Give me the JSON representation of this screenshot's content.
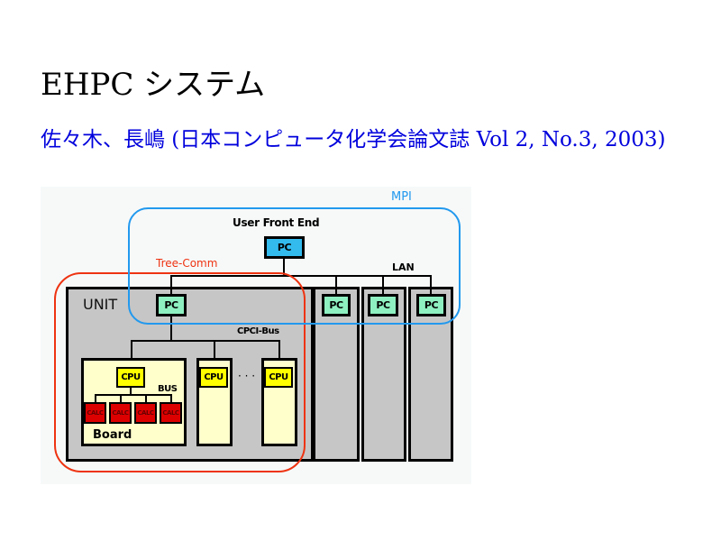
{
  "slide": {
    "title": "EHPC システム",
    "subtitle": "佐々木、長嶋 (日本コンピュータ化学会論文誌 Vol 2, No.3, 2003)"
  },
  "diagram": {
    "mpi_label": "MPI",
    "tree_comm_label": "Tree-Comm",
    "front_end_label": "User Front End",
    "front_end_pc": "PC",
    "lan_label": "LAN",
    "unit_label": "UNIT",
    "unit_pcs": [
      "PC",
      "PC",
      "PC",
      "PC"
    ],
    "cpci_bus_label": "CPCI-Bus",
    "cpus": [
      "CPU",
      "CPU",
      "CPU"
    ],
    "ellipsis": "· · ·",
    "bus_label": "BUS",
    "calcs": [
      "CALC",
      "CALC",
      "CALC",
      "CALC"
    ],
    "board_label": "Board",
    "colors": {
      "mpi": "#2299ee",
      "tree_comm": "#ee3311",
      "front_pc": "#33bbee",
      "pc": "#8ef0c0",
      "cpu": "#ffff00",
      "calc": "#dd0000",
      "board": "#ffffcc",
      "unit": "#c6c6c6"
    }
  }
}
